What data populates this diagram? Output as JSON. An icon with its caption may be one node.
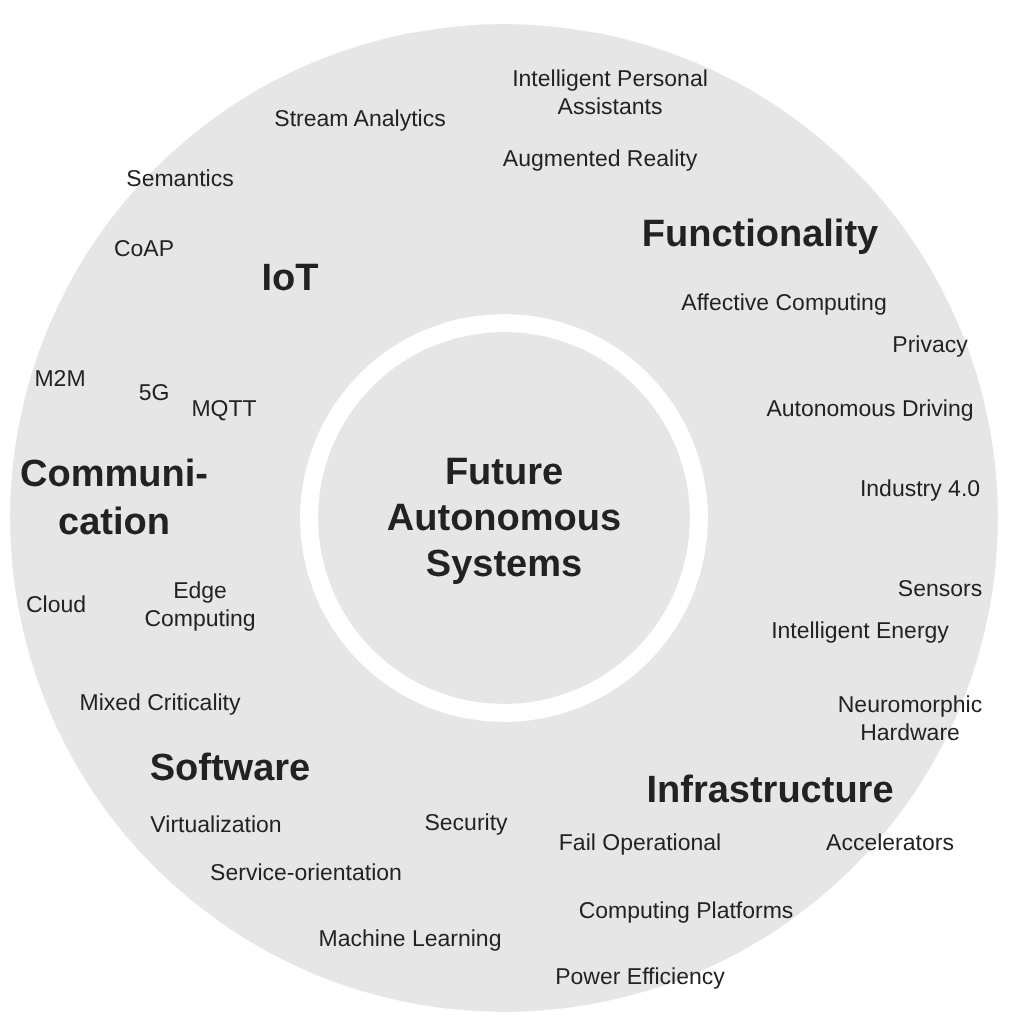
{
  "diagram": {
    "nodes": [
      {
        "text": [
          "Intelligent Personal Assistants",
          "Stream Analytics",
          "Augmented Reality",
          "Semantics",
          "CoAP",
          "IoT",
          "Functionality",
          "Affective Computing",
          "Privacy",
          "M2M",
          "5G",
          "MQTT",
          "Autonomous Driving",
          "Communi- cation",
          "Industry 4.0",
          "Cloud",
          "Edge Computing",
          "Sensors",
          "Intelligent Energy",
          "Mixed Criticality",
          "Neuromorphic Hardware",
          "Software",
          "Infrastructure",
          "Virtualization",
          "Security",
          "Fail Operational",
          "Accelerators",
          "Service-orientation",
          "Computing Platforms",
          "Machine Learning",
          "Power Efficiency"
        ]
      },
      {
        "text": [
          "Future Autonomous Systems"
        ],
        "in": 0
      }
    ]
  }
}
